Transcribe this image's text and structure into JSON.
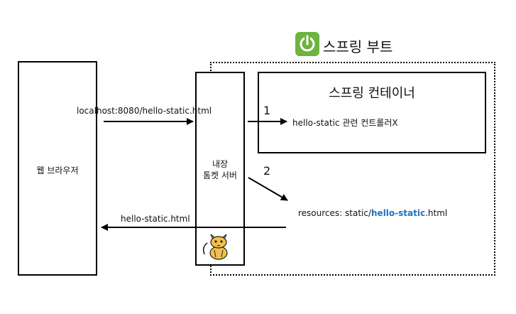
{
  "spring_boot": {
    "title": "스프링 부트",
    "logo_color": "#6db33f"
  },
  "browser": {
    "label": "웹 브라우저"
  },
  "tomcat": {
    "label_line1": "내장",
    "label_line2": "톰켓 서버"
  },
  "container": {
    "title": "스프링 컨테이너",
    "controller_label": "hello-static 관련 컨트롤러X"
  },
  "flows": {
    "request_url": "localhost:8080/hello-static.html",
    "step1": "1",
    "step2": "2",
    "response_file": "hello-static.html"
  },
  "resources": {
    "prefix": "resources: static/",
    "highlight": "hello-static",
    "suffix": ".html",
    "highlight_color": "#1a74c4"
  }
}
